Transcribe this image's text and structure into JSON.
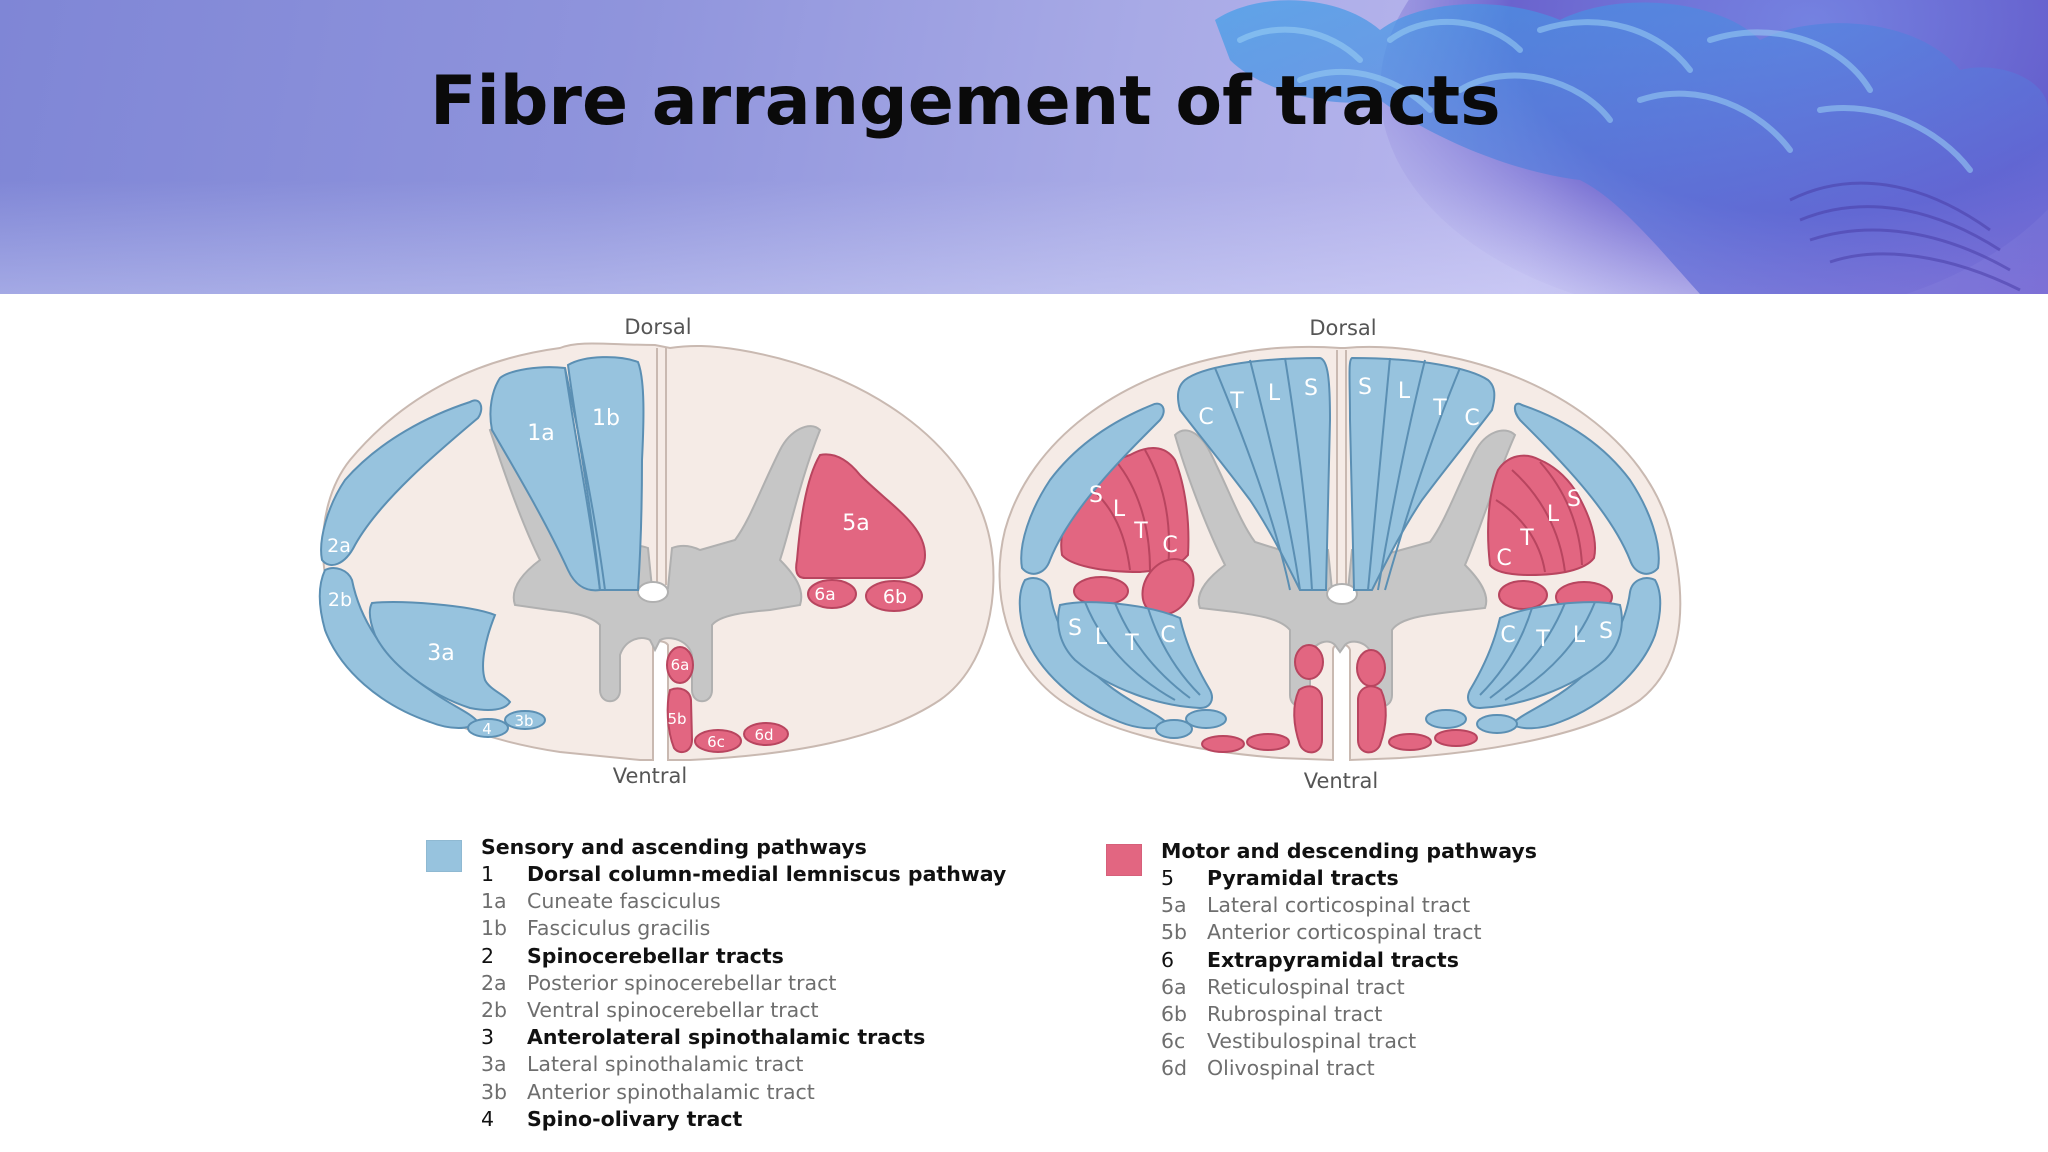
{
  "slide": {
    "title": "Fibre arrangement of tracts"
  },
  "colors": {
    "sensory": "#97c3de",
    "motor": "#e26681",
    "grey_matter": "#c6c6c6",
    "white_matter": "#f5ebe6"
  },
  "diagram": {
    "left": {
      "dorsal_label": "Dorsal",
      "ventral_label": "Ventral",
      "tract_labels": [
        "1a",
        "1b",
        "2a",
        "2b",
        "3a",
        "3b",
        "4",
        "5a",
        "6a",
        "6b",
        "6a",
        "5b",
        "6c",
        "6d"
      ]
    },
    "right": {
      "dorsal_label": "Dorsal",
      "ventral_label": "Ventral",
      "lamination_dorsal_left": [
        "C",
        "T",
        "L",
        "S"
      ],
      "lamination_dorsal_right": [
        "S",
        "L",
        "T",
        "C"
      ],
      "lamination_lateral_left": [
        "S",
        "L",
        "T",
        "C"
      ],
      "lamination_lateral_right": [
        "S",
        "L",
        "T",
        "C"
      ],
      "lamination_ventral_left": [
        "S",
        "L",
        "T",
        "C"
      ],
      "lamination_ventral_right": [
        "C",
        "T",
        "L",
        "S"
      ]
    }
  },
  "legend": {
    "sensory": {
      "heading": "Sensory and ascending pathways",
      "items": [
        {
          "code": "1",
          "label": "Dorsal column-medial lemniscus pathway",
          "level": "main"
        },
        {
          "code": "1a",
          "label": "Cuneate fasciculus",
          "level": "sub"
        },
        {
          "code": "1b",
          "label": "Fasciculus gracilis",
          "level": "sub"
        },
        {
          "code": "2",
          "label": "Spinocerebellar tracts",
          "level": "main"
        },
        {
          "code": "2a",
          "label": "Posterior spinocerebellar tract",
          "level": "sub"
        },
        {
          "code": "2b",
          "label": "Ventral spinocerebellar tract",
          "level": "sub"
        },
        {
          "code": "3",
          "label": "Anterolateral spinothalamic tracts",
          "level": "main"
        },
        {
          "code": "3a",
          "label": "Lateral spinothalamic tract",
          "level": "sub"
        },
        {
          "code": "3b",
          "label": "Anterior spinothalamic tract",
          "level": "sub"
        },
        {
          "code": "4",
          "label": "Spino-olivary tract",
          "level": "main"
        }
      ]
    },
    "motor": {
      "heading": "Motor and descending pathways",
      "items": [
        {
          "code": "5",
          "label": "Pyramidal tracts",
          "level": "main"
        },
        {
          "code": "5a",
          "label": "Lateral corticospinal tract",
          "level": "sub"
        },
        {
          "code": "5b",
          "label": "Anterior corticospinal tract",
          "level": "sub"
        },
        {
          "code": "6",
          "label": "Extrapyramidal tracts",
          "level": "main"
        },
        {
          "code": "6a",
          "label": "Reticulospinal tract",
          "level": "sub"
        },
        {
          "code": "6b",
          "label": "Rubrospinal tract",
          "level": "sub"
        },
        {
          "code": "6c",
          "label": "Vestibulospinal tract",
          "level": "sub"
        },
        {
          "code": "6d",
          "label": "Olivospinal tract",
          "level": "sub"
        }
      ]
    }
  }
}
